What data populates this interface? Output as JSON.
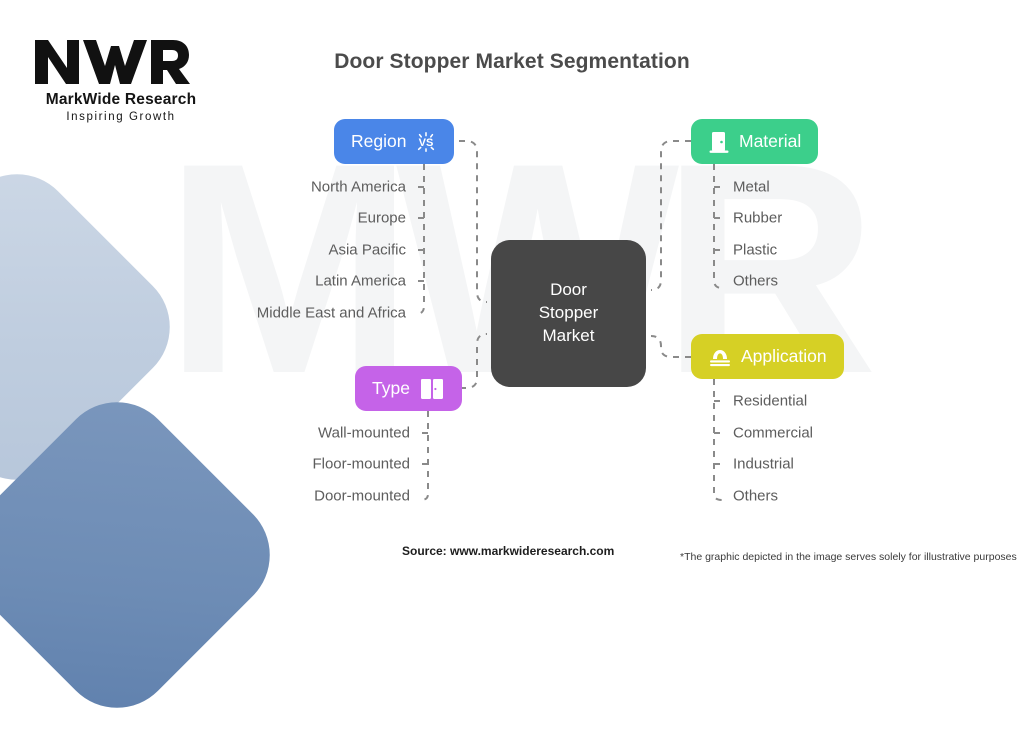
{
  "brand": {
    "logo_mark": "MWR",
    "name": "MarkWide Research",
    "tagline": "Inspiring Growth",
    "watermark": "MWR"
  },
  "header": {
    "title": "Door Stopper Market Segmentation"
  },
  "center": {
    "label_line1": "Door",
    "label_line2": "Stopper",
    "label_line3": "Market",
    "color": "#474747"
  },
  "branches": [
    {
      "key": "region",
      "label": "Region",
      "icon": "globe-icon",
      "color": "#4a86e8",
      "side": "left",
      "items": [
        "North America",
        "Europe",
        "Asia Pacific",
        "Latin America",
        "Middle East and Africa"
      ]
    },
    {
      "key": "material",
      "label": "Material",
      "icon": "door-icon",
      "color": "#3ccf8b",
      "side": "right",
      "items": [
        "Metal",
        "Rubber",
        "Plastic",
        "Others"
      ]
    },
    {
      "key": "type",
      "label": "Type",
      "icon": "double-door-icon",
      "color": "#c563e8",
      "side": "left",
      "items": [
        "Wall-mounted",
        "Floor-mounted",
        "Door-mounted"
      ]
    },
    {
      "key": "application",
      "label": "Application",
      "icon": "door-stopper-icon",
      "color": "#d6d025",
      "side": "right",
      "items": [
        "Residential",
        "Commercial",
        "Industrial",
        "Others"
      ]
    }
  ],
  "footer": {
    "source": "Source: www.markwideresearch.com",
    "disclaimer": "*The graphic depicted in the image serves solely for illustrative purposes"
  },
  "connector": {
    "color": "#8a8a8a",
    "style": "dashed"
  }
}
